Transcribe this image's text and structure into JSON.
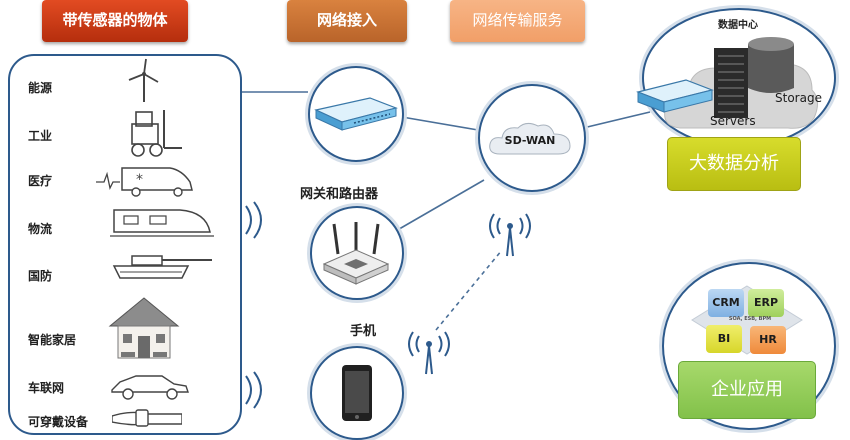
{
  "headers": {
    "sensor_things": "带传感器的物体",
    "network_access": "网络接入",
    "transport_service": "网络传输服务"
  },
  "categories": [
    {
      "label": "能源",
      "icon": "wind-turbine-icon"
    },
    {
      "label": "工业",
      "icon": "forklift-icon"
    },
    {
      "label": "医疗",
      "icon": "ambulance-icon"
    },
    {
      "label": "物流",
      "icon": "train-icon"
    },
    {
      "label": "国防",
      "icon": "tank-icon"
    },
    {
      "label": "智能家居",
      "icon": "house-icon"
    },
    {
      "label": "车联网",
      "icon": "car-icon"
    },
    {
      "label": "可穿戴设备",
      "icon": "smartwatch-icon"
    }
  ],
  "network": {
    "gateway_label": "网关和路由器",
    "phone_label": "手机",
    "sdwan_label": "SD-WAN"
  },
  "datacenter": {
    "title": "数据中心",
    "servers_label": "Servers",
    "storage_label": "Storage",
    "bigdata_label": "大数据分析"
  },
  "enterprise": {
    "crm": "CRM",
    "erp": "ERP",
    "bi": "BI",
    "hr": "HR",
    "soa": "SOA, ESB, BPM",
    "label": "企业应用"
  },
  "colors": {
    "sensor_header": "#c93a15",
    "access_header": "#c8733a",
    "transport_header": "#f4aa78",
    "frame_blue": "#2d5a8c",
    "bigdata_green": "#c6cb1c",
    "enterprise_green": "#92cc5a"
  }
}
